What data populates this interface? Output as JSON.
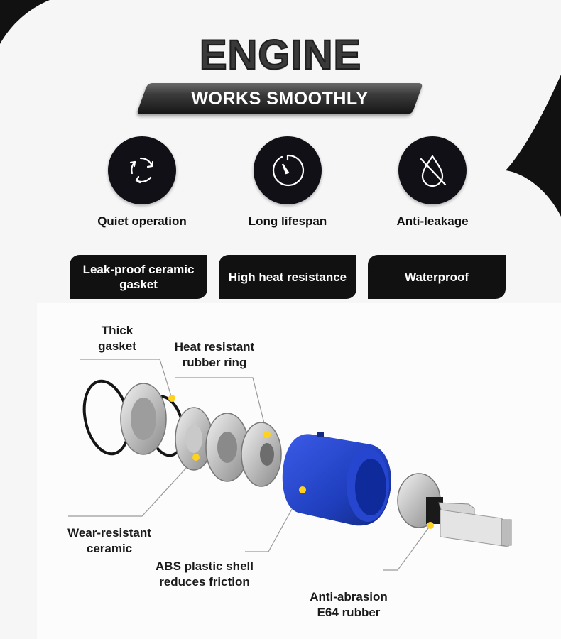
{
  "header": {
    "title": "ENGINE",
    "subtitle": "WORKS SMOOTHLY"
  },
  "features": [
    {
      "icon": "recycle-arrows-icon",
      "label": "Quiet operation"
    },
    {
      "icon": "timer-gauge-icon",
      "label": "Long lifespan"
    },
    {
      "icon": "no-drop-icon",
      "label": "Anti-leakage"
    }
  ],
  "tags": [
    {
      "text": "Leak-proof ceramic gasket"
    },
    {
      "text": "High heat resistance"
    },
    {
      "text": "Waterproof"
    }
  ],
  "callouts": {
    "thick_gasket": "Thick gasket",
    "heat_ring": "Heat resistant rubber ring",
    "wear_ceramic": "Wear-resistant ceramic",
    "abs_shell": "ABS plastic shell reduces friction",
    "anti_abrasion": "Anti-abrasion E64 rubber"
  },
  "colors": {
    "accent_blue": "#1f3fbf",
    "dot_yellow": "#ffd21f",
    "dark": "#101016"
  }
}
